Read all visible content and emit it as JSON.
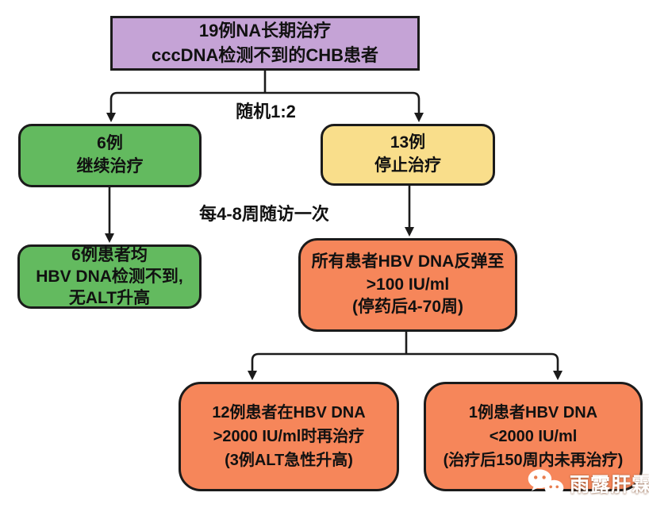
{
  "page": {
    "background": "#ffffff",
    "line_color": "#1b1b1b",
    "text_color": "#111111"
  },
  "flowchart": {
    "nodes": {
      "root": {
        "lines": [
          "19例NA长期治疗",
          "cccDNA检测不到的CHB患者"
        ],
        "fill": "#C5A3D6"
      },
      "continue_arm": {
        "lines": [
          "6例",
          "继续治疗"
        ],
        "fill": "#63BA5F"
      },
      "stop_arm": {
        "lines": [
          "13例",
          "停止治疗"
        ],
        "fill": "#F9DE8B"
      },
      "continue_result": {
        "lines": [
          "6例患者均",
          "HBV DNA检测不到,",
          "无ALT升高"
        ],
        "fill": "#63BA5F"
      },
      "rebound": {
        "lines": [
          "所有患者HBV DNA反弹至",
          ">100 IU/ml",
          "(停药后4-70周)"
        ],
        "fill": "#F6865A"
      },
      "retreated": {
        "lines": [
          "12例患者在HBV DNA",
          ">2000 IU/ml时再治疗",
          "(3例ALT急性升高)"
        ],
        "fill": "#F6865A"
      },
      "not_retreated": {
        "lines": [
          "1例患者HBV DNA",
          "<2000 IU/ml",
          "(治疗后150周内未再治疗)"
        ],
        "fill": "#F6865A"
      }
    },
    "labels": {
      "randomization": "随机1:2",
      "follow_up": "每4-8周随访一次"
    },
    "watermark": {
      "text": "雨露肝霖",
      "icon": "wechat-chat-bubbles-icon"
    }
  }
}
